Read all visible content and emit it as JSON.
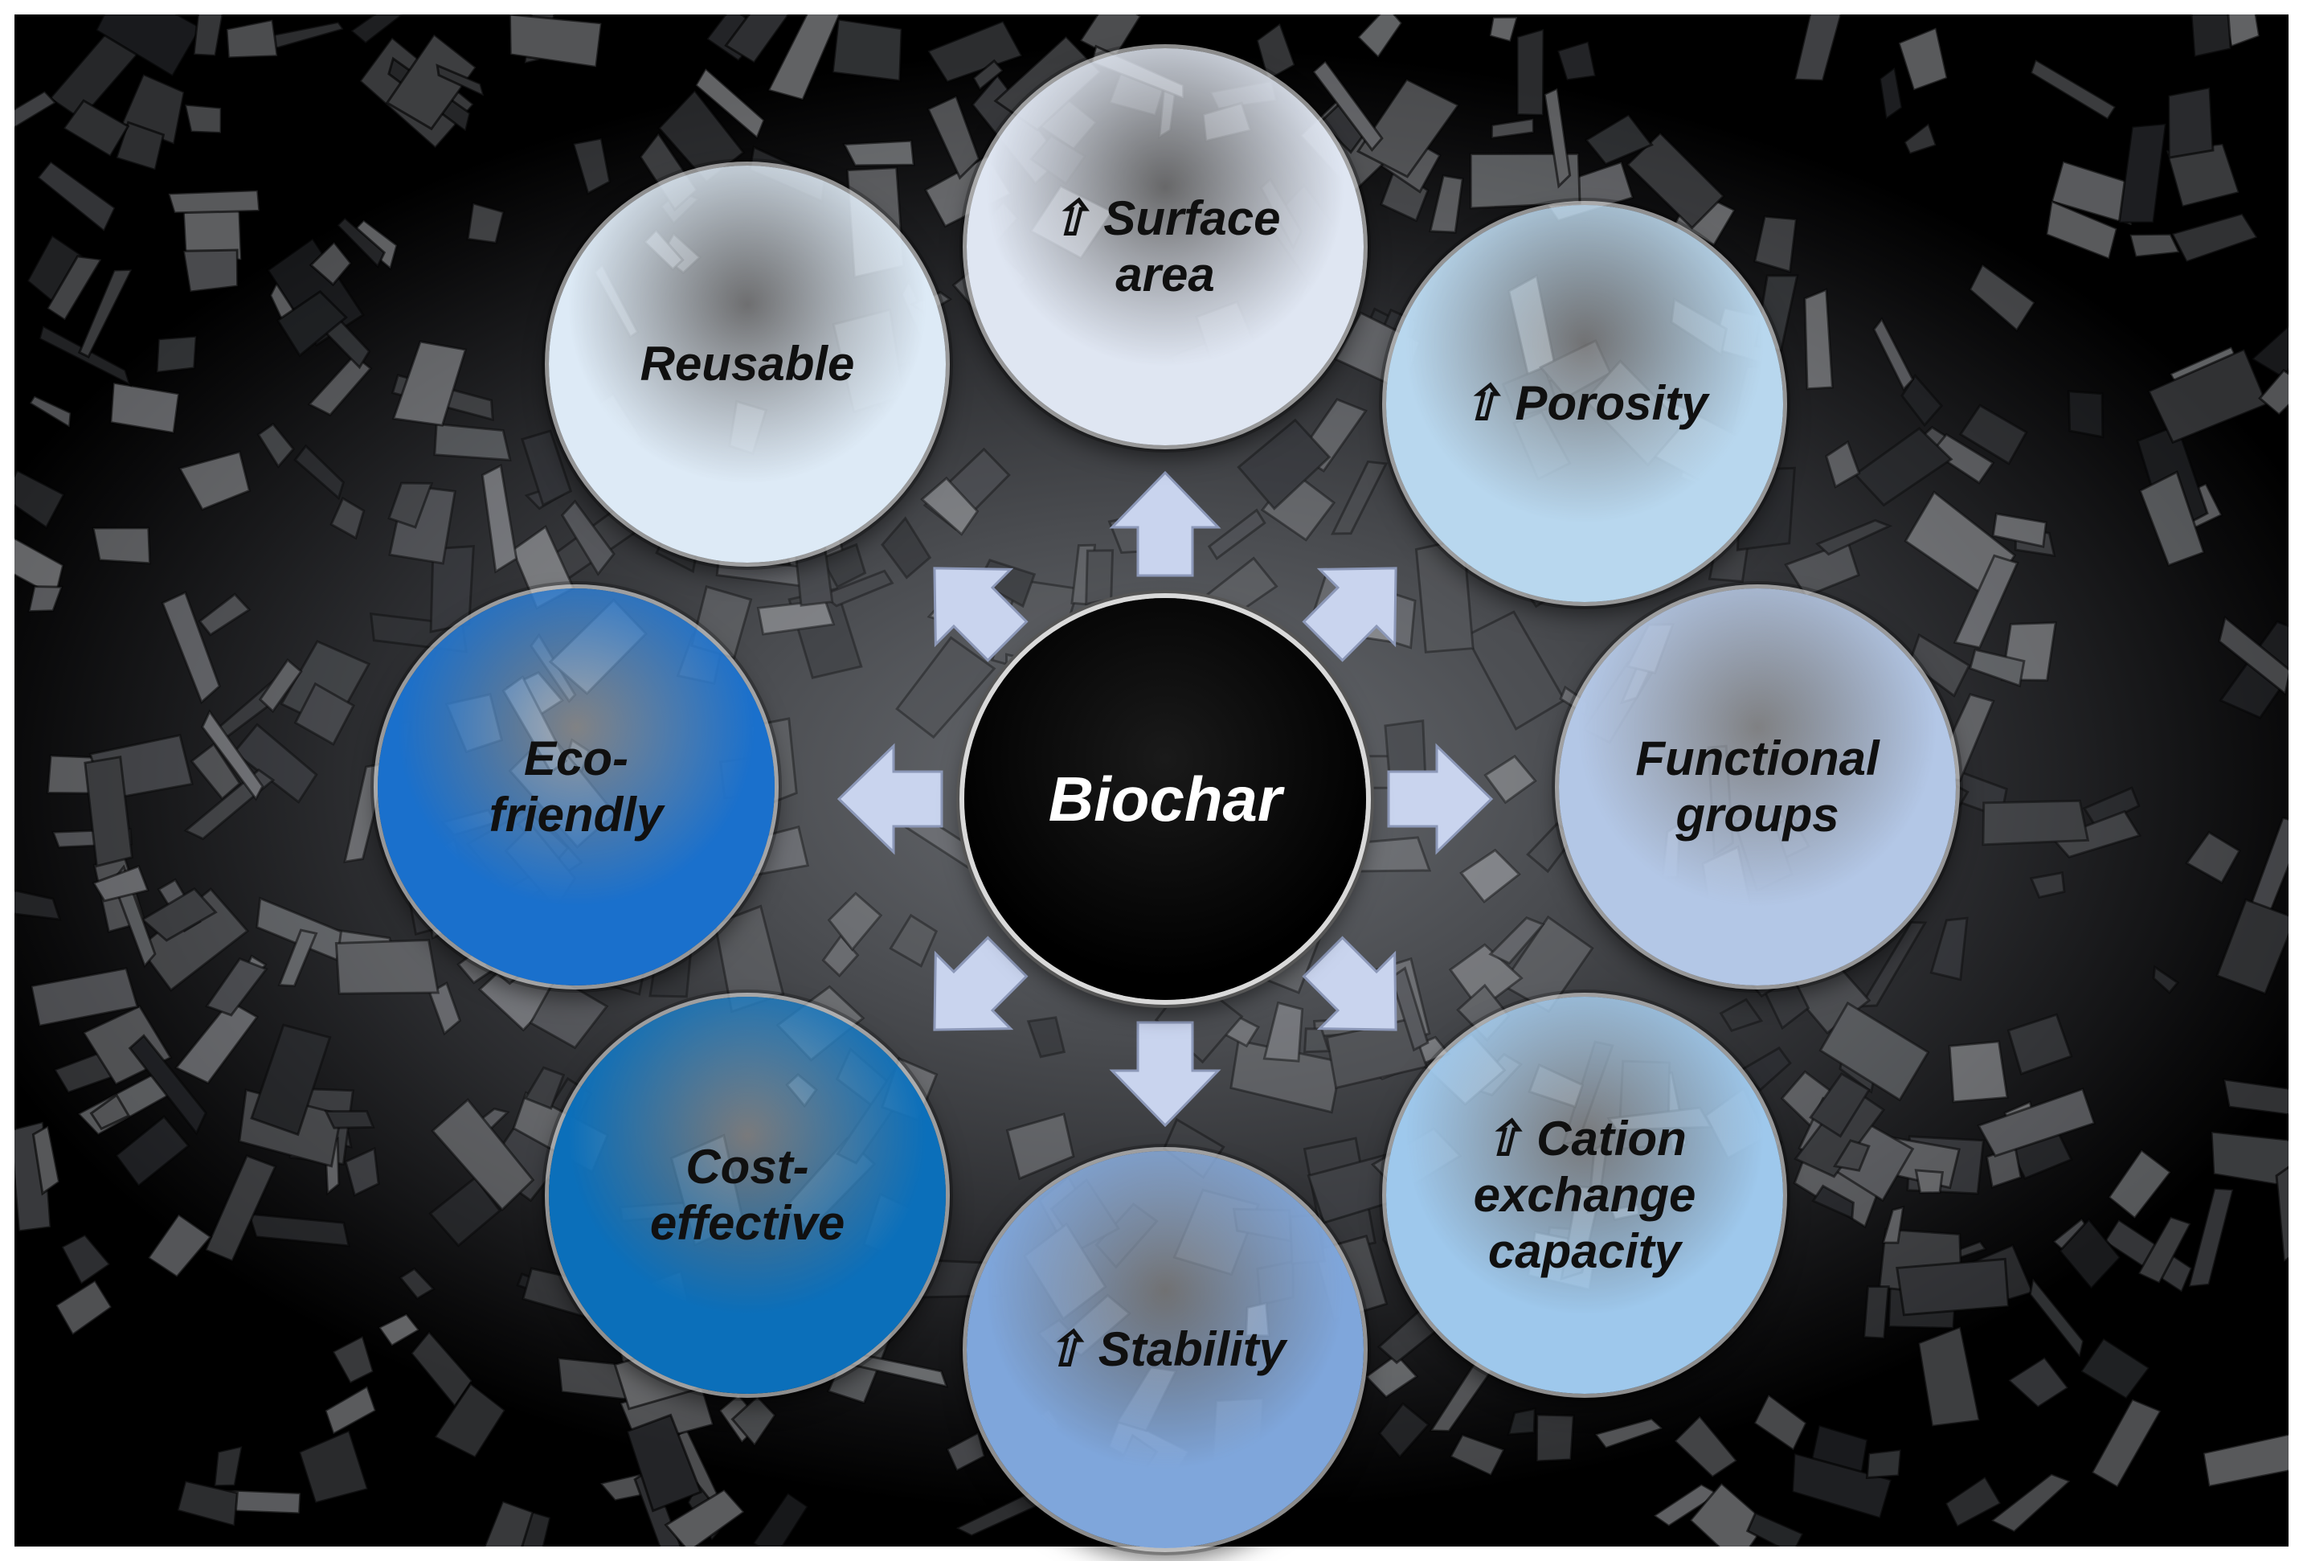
{
  "center": {
    "label": "Biochar",
    "color": "#000000"
  },
  "nodes": [
    {
      "id": "surface-area",
      "label": "⇧ Surface\narea",
      "color": "#dfe6f2"
    },
    {
      "id": "porosity",
      "label": "⇧ Porosity",
      "color": "#b8d7ee"
    },
    {
      "id": "functional-groups",
      "label": "Functional\ngroups",
      "color": "#b3c7e6"
    },
    {
      "id": "cation-exchange-capacity",
      "label": "⇧ Cation\nexchange\ncapacity",
      "color": "#9ec8ec"
    },
    {
      "id": "stability",
      "label": "⇧ Stability",
      "color": "#7fa6db"
    },
    {
      "id": "cost-effective",
      "label": "Cost-\neffective",
      "color": "#0b6fba"
    },
    {
      "id": "eco-friendly",
      "label": "Eco-\nfriendly",
      "color": "#1a70cc"
    },
    {
      "id": "reusable",
      "label": "Reusable",
      "color": "#ddeaf6"
    }
  ],
  "arrow_color": "#c9d4ee"
}
